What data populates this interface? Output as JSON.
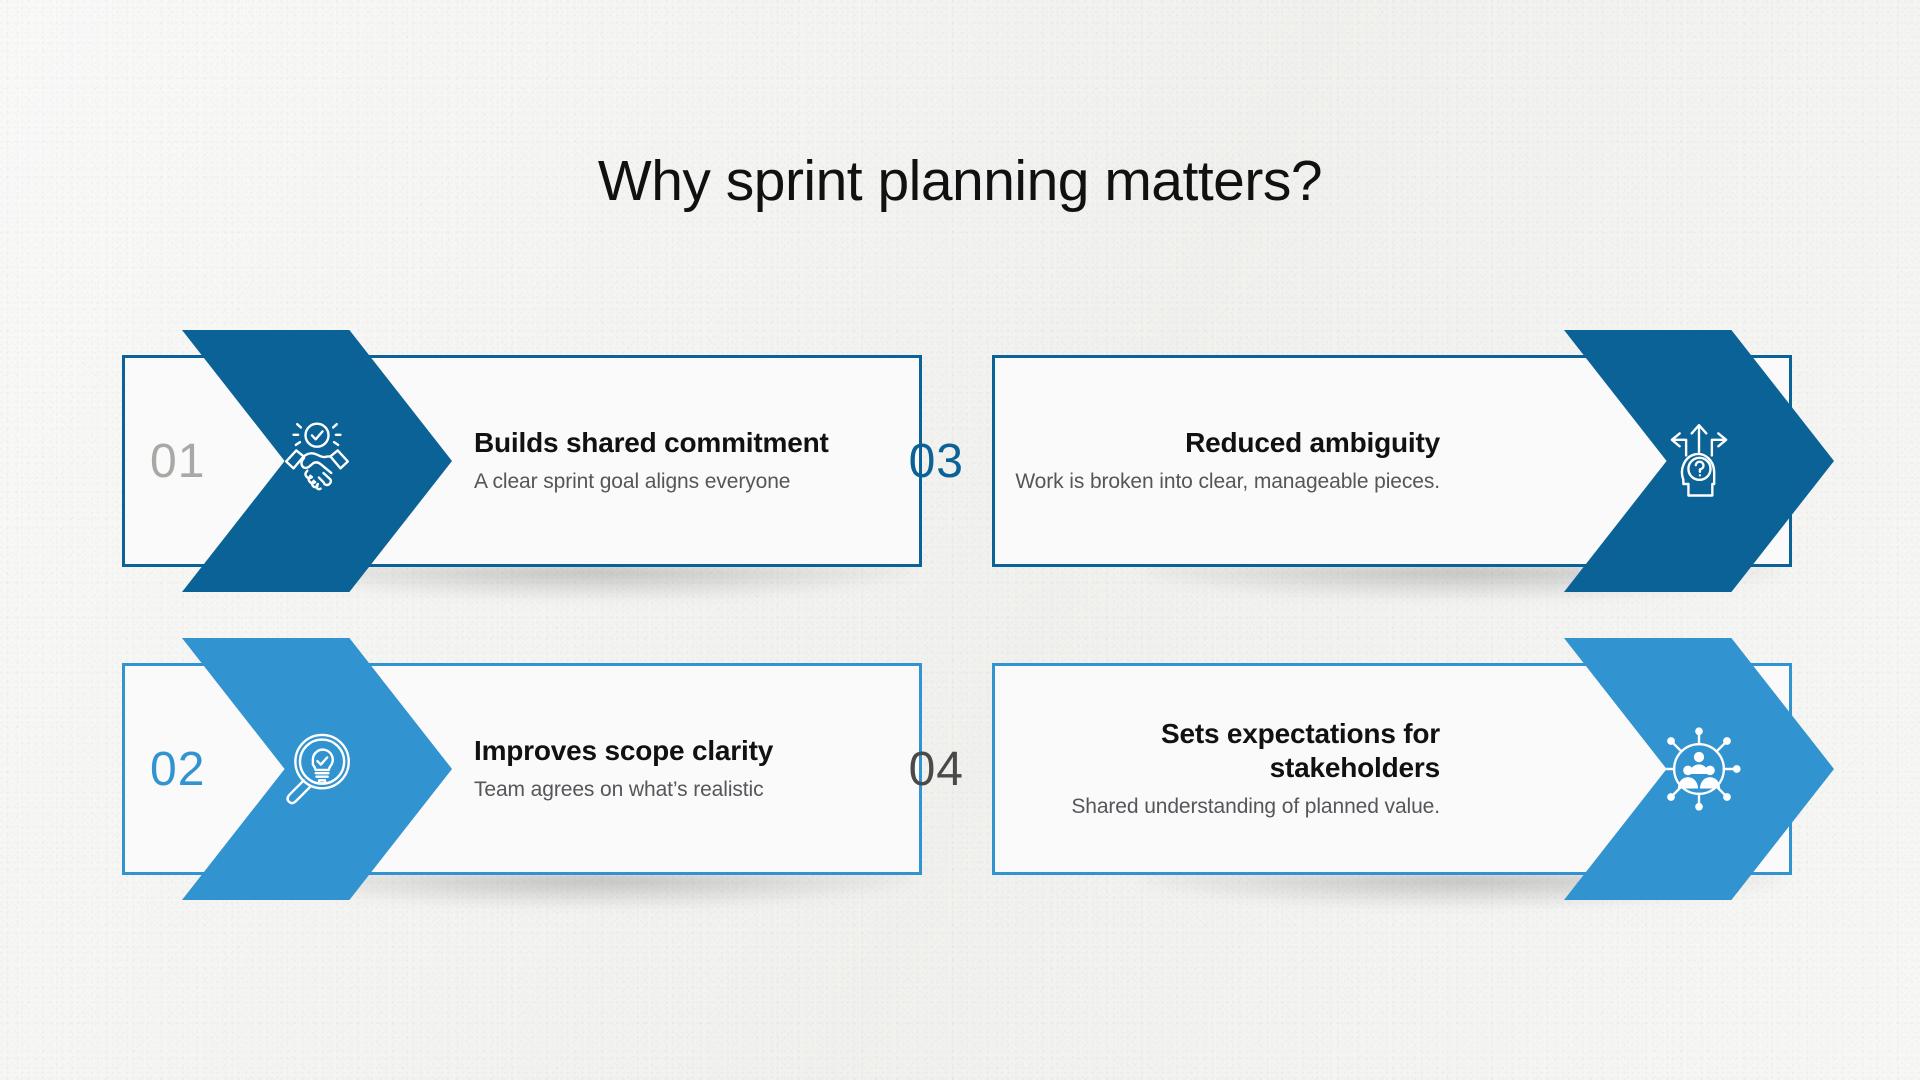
{
  "page": {
    "title": "Why sprint planning matters?",
    "background_color": "#f2f2f0"
  },
  "colors": {
    "dark_blue": "#0a6296",
    "light_blue": "#3193cf",
    "title_text": "#111111",
    "subtitle_text": "#55565a",
    "number_gray_light": "#a8a8a5",
    "number_gray_dark": "#4a4a4a",
    "card_fill": "#fafafa"
  },
  "cards": [
    {
      "number": "01",
      "number_color": "#a8a8a5",
      "accent": "#0a6296",
      "side": "left",
      "icon": "handshake-check-icon",
      "title": "Builds shared commitment",
      "subtitle": "A clear sprint goal aligns everyone"
    },
    {
      "number": "02",
      "number_color": "#3193cf",
      "accent": "#3193cf",
      "side": "left",
      "icon": "magnifier-lightbulb-check-icon",
      "title": "Improves scope clarity",
      "subtitle": "Team agrees on what’s realistic"
    },
    {
      "number": "03",
      "number_color": "#0a6296",
      "accent": "#0a6296",
      "side": "right",
      "icon": "head-question-arrows-icon",
      "title": "Reduced ambiguity",
      "subtitle": "Work is broken into clear, manageable pieces."
    },
    {
      "number": "04",
      "number_color": "#4a4a4a",
      "accent": "#3193cf",
      "side": "right",
      "icon": "stakeholder-network-icon",
      "title": "Sets expectations for stakeholders",
      "subtitle": "Shared understanding of planned value."
    }
  ]
}
